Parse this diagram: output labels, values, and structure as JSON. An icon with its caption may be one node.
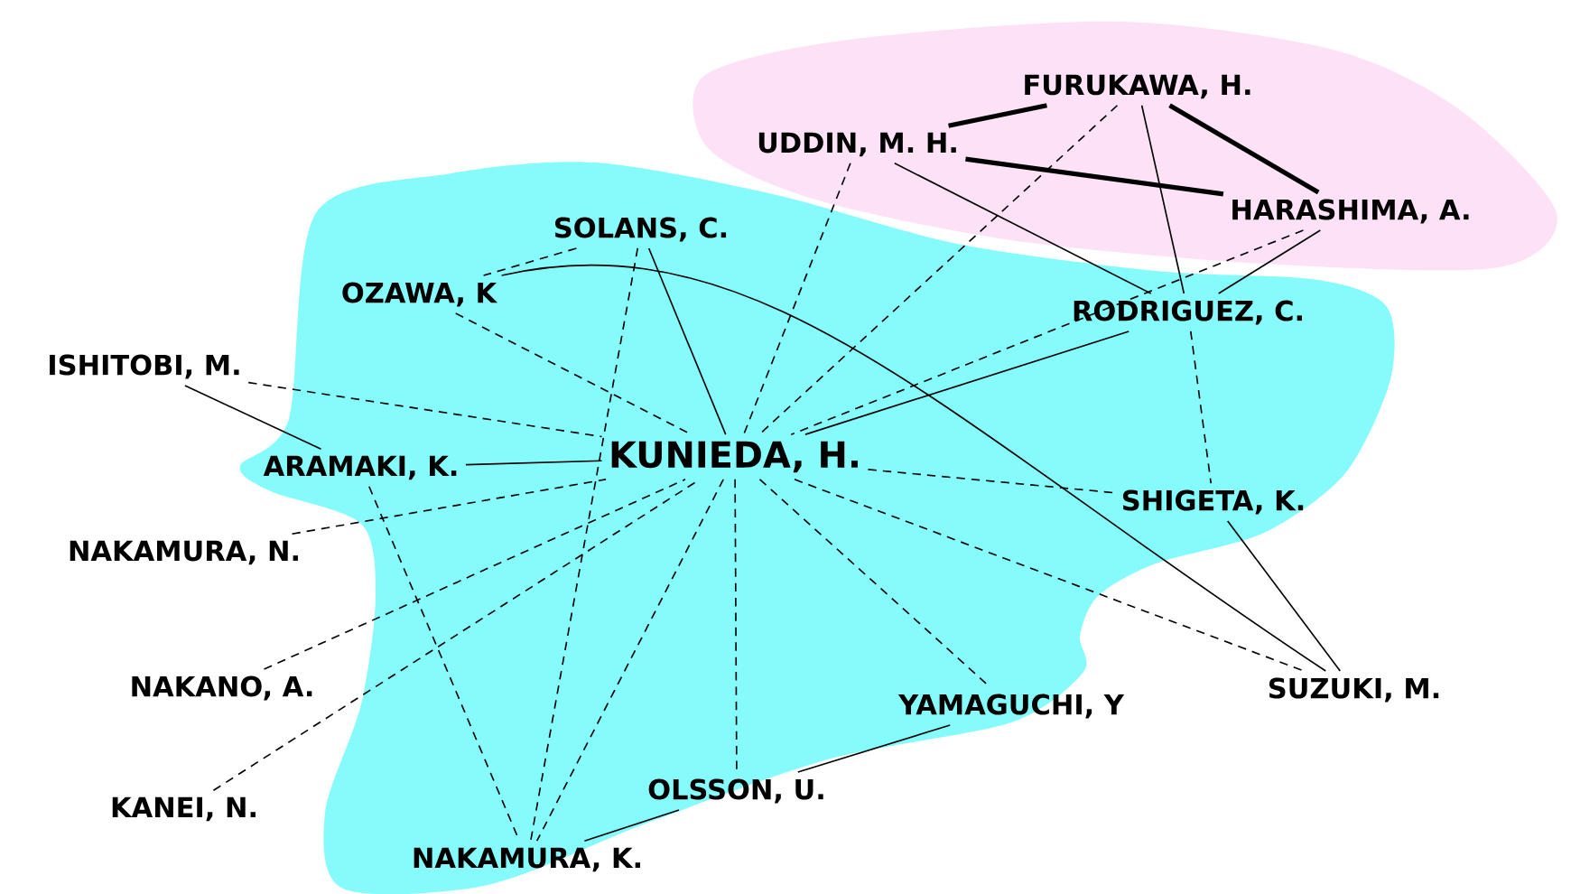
{
  "diagram": {
    "nodes": [
      {
        "text": [
          "FURUKAWA, H."
        ]
      },
      {
        "text": [
          "UDDIN, M. H."
        ]
      },
      {
        "text": [
          "HARASHIMA, A."
        ]
      },
      {
        "text": [
          "SOLANS, C."
        ]
      },
      {
        "text": [
          "OZAWA, K"
        ]
      },
      {
        "text": [
          "RODRIGUEZ, C."
        ]
      },
      {
        "text": [
          "ISHITOBI, M."
        ]
      },
      {
        "text": [
          "KUNIEDA, H."
        ]
      },
      {
        "text": [
          "ARAMAKI, K."
        ]
      },
      {
        "text": [
          "SHIGETA, K."
        ]
      },
      {
        "text": [
          "NAKAMURA, N."
        ]
      },
      {
        "text": [
          "NAKANO, A."
        ]
      },
      {
        "text": [
          "SUZUKI, M."
        ]
      },
      {
        "text": [
          "YAMAGUCHI, Y"
        ]
      },
      {
        "text": [
          "KANEI, N."
        ]
      },
      {
        "text": [
          "OLSSON, U."
        ]
      },
      {
        "text": [
          "NAKAMURA, K."
        ]
      }
    ],
    "edges": [
      {
        "from": 1,
        "to": 0,
        "arrow": "none",
        "style": "thick"
      },
      {
        "from": 0,
        "to": 2,
        "arrow": "none",
        "style": "thick"
      },
      {
        "from": 1,
        "to": 2,
        "arrow": "none",
        "style": "thick"
      },
      {
        "from": 1,
        "to": 5,
        "arrow": "none"
      },
      {
        "from": 0,
        "to": 5,
        "arrow": "none"
      },
      {
        "from": 2,
        "to": 5,
        "arrow": "none"
      },
      {
        "from": 0,
        "to": 7,
        "arrow": "none",
        "style": "dashed"
      },
      {
        "from": 2,
        "to": 7,
        "arrow": "none",
        "style": "dashed"
      },
      {
        "from": 1,
        "to": 7,
        "arrow": "none",
        "style": "dashed"
      },
      {
        "from": 5,
        "to": 7,
        "arrow": "none"
      },
      {
        "from": 5,
        "to": 9,
        "arrow": "none",
        "style": "dashed"
      },
      {
        "from": 3,
        "to": 7,
        "arrow": "none"
      },
      {
        "from": 3,
        "to": 4,
        "arrow": "none",
        "style": "dashed"
      },
      {
        "from": 3,
        "to": 16,
        "arrow": "none",
        "style": "dashed"
      },
      {
        "from": 4,
        "to": 7,
        "arrow": "none",
        "style": "dashed"
      },
      {
        "from": 4,
        "to": 12,
        "arrow": "none"
      },
      {
        "from": 9,
        "to": 12,
        "arrow": "none"
      },
      {
        "from": 6,
        "to": 7,
        "arrow": "none",
        "style": "dashed"
      },
      {
        "from": 6,
        "to": 8,
        "arrow": "none"
      },
      {
        "from": 8,
        "to": 7,
        "arrow": "none"
      },
      {
        "from": 8,
        "to": 16,
        "arrow": "none",
        "style": "dashed"
      },
      {
        "from": 10,
        "to": 7,
        "arrow": "none",
        "style": "dashed"
      },
      {
        "from": 11,
        "to": 7,
        "arrow": "none",
        "style": "dashed"
      },
      {
        "from": 14,
        "to": 7,
        "arrow": "none",
        "style": "dashed"
      },
      {
        "from": 7,
        "to": 16,
        "arrow": "none",
        "style": "dashed"
      },
      {
        "from": 7,
        "to": 15,
        "arrow": "none",
        "style": "dashed"
      },
      {
        "from": 15,
        "to": 13,
        "arrow": "none"
      },
      {
        "from": 15,
        "to": 16,
        "arrow": "none"
      },
      {
        "from": 7,
        "to": 13,
        "arrow": "none",
        "style": "dashed"
      },
      {
        "from": 7,
        "to": 12,
        "arrow": "none",
        "style": "dashed"
      },
      {
        "from": 7,
        "to": 9,
        "arrow": "none",
        "style": "dashed"
      }
    ]
  }
}
